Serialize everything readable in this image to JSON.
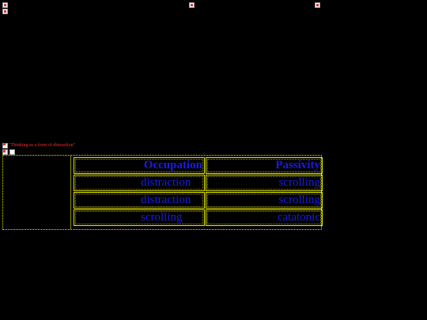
{
  "alt_text": "\"Thinking as a form of distraction\"",
  "table": {
    "headers": [
      "Occupation",
      "Passivity"
    ],
    "rows": [
      [
        "distraction",
        "scrolling"
      ],
      [
        "distraction",
        "scrolling"
      ],
      [
        "scrolling",
        "catatonic"
      ]
    ]
  },
  "colors": {
    "background": "#000000",
    "border": "#e6e600",
    "text": "#1a1ae6",
    "alt_text": "#ff2a2a"
  },
  "icons": [
    "broken-image-icon"
  ]
}
